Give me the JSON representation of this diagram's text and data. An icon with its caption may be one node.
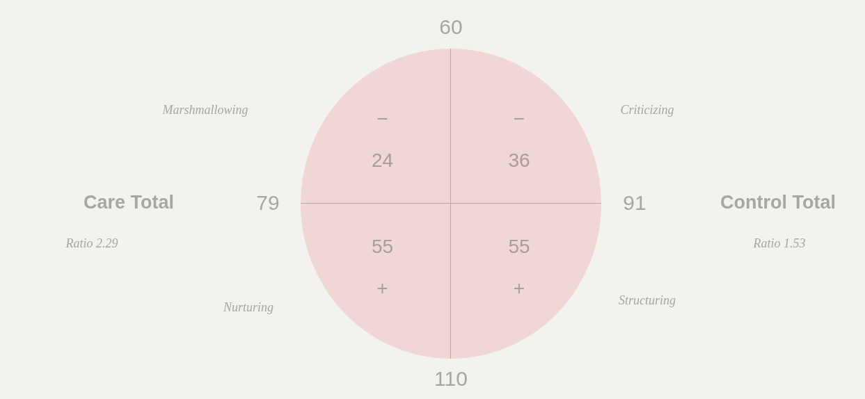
{
  "diagram": {
    "nodes": [
      {
        "text": [
          "−",
          "24"
        ]
      },
      {
        "text": [
          "−",
          "36"
        ]
      },
      {
        "text": [
          "55",
          "+"
        ]
      },
      {
        "text": [
          "55",
          "+"
        ]
      }
    ],
    "labels": [
      "60",
      "Marshmallowing",
      "Criticizing",
      "Care Total",
      "79",
      "91",
      "Control Total",
      "Ratio 2.29",
      "Ratio 1.53",
      "Nurturing",
      "Structuring",
      "110"
    ]
  }
}
